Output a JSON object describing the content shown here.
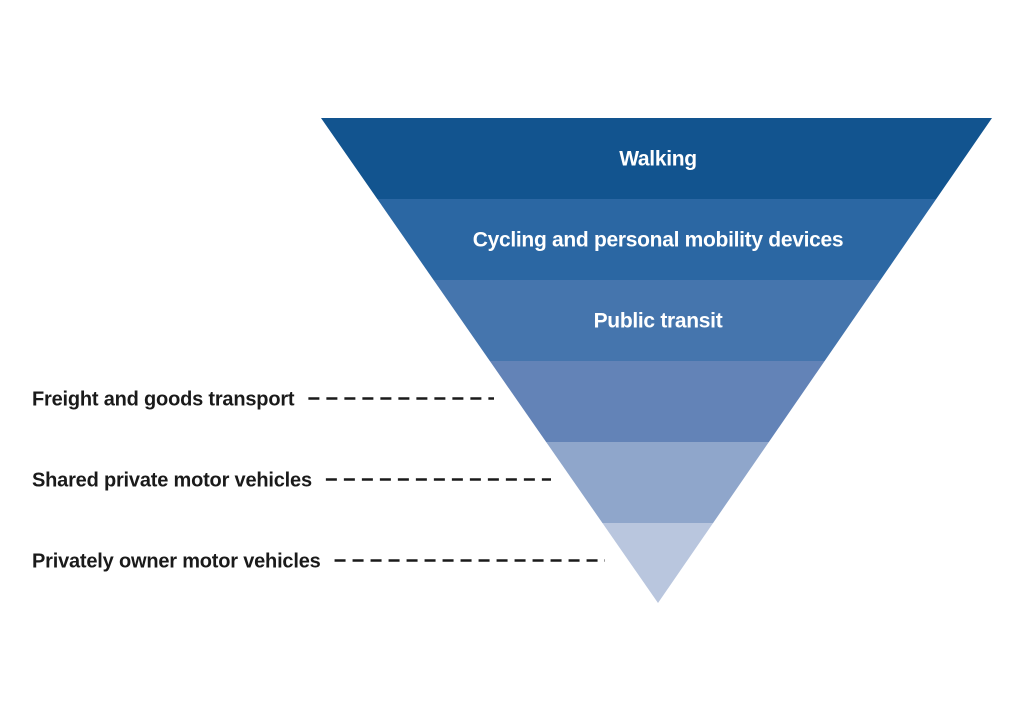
{
  "diagram": {
    "type": "inverted-pyramid",
    "tiers": [
      {
        "label": "Walking",
        "color": "#12548f",
        "position": "inside"
      },
      {
        "label": "Cycling and personal mobility devices",
        "color": "#2b67a3",
        "position": "inside"
      },
      {
        "label": "Public transit",
        "color": "#4575ad",
        "position": "inside"
      },
      {
        "label": "Freight and goods transport",
        "color": "#6383b7",
        "position": "outside-left"
      },
      {
        "label": "Shared private motor vehicles",
        "color": "#8fa6cb",
        "position": "outside-left"
      },
      {
        "label": "Privately owner motor vehicles",
        "color": "#b9c6de",
        "position": "outside-left"
      }
    ]
  }
}
